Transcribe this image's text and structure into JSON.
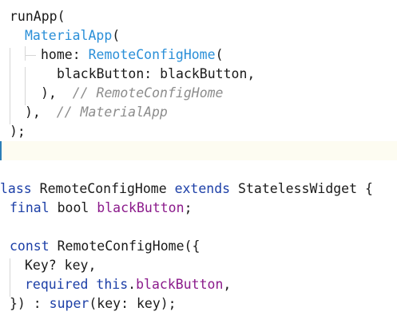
{
  "editor": {
    "language": "dart",
    "lines": [
      {
        "tokens": [
          {
            "text": "runApp(",
            "kind": "plain"
          }
        ]
      },
      {
        "tokens": [
          {
            "text": "MaterialApp",
            "kind": "class"
          },
          {
            "text": "(",
            "kind": "plain"
          }
        ]
      },
      {
        "tokens": [
          {
            "text": "home: ",
            "kind": "plain"
          },
          {
            "text": "RemoteConfigHome",
            "kind": "class"
          },
          {
            "text": "(",
            "kind": "plain"
          }
        ]
      },
      {
        "tokens": [
          {
            "text": "blackButton: blackButton,",
            "kind": "plain"
          }
        ]
      },
      {
        "tokens": [
          {
            "text": "),  ",
            "kind": "plain"
          },
          {
            "text": "// RemoteConfigHome",
            "kind": "comment"
          }
        ]
      },
      {
        "tokens": [
          {
            "text": "),  ",
            "kind": "plain"
          },
          {
            "text": "// MaterialApp",
            "kind": "comment"
          }
        ]
      },
      {
        "tokens": [
          {
            "text": ");",
            "kind": "plain"
          }
        ]
      },
      {
        "tokens": []
      },
      {
        "tokens": []
      },
      {
        "tokens": [
          {
            "text": "lass",
            "kind": "keyword"
          },
          {
            "text": " RemoteConfigHome ",
            "kind": "plain"
          },
          {
            "text": "extends",
            "kind": "keyword"
          },
          {
            "text": " StatelessWidget {",
            "kind": "plain"
          }
        ]
      },
      {
        "tokens": [
          {
            "text": "final",
            "kind": "keyword"
          },
          {
            "text": " bool ",
            "kind": "plain"
          },
          {
            "text": "blackButton",
            "kind": "field"
          },
          {
            "text": ";",
            "kind": "plain"
          }
        ]
      },
      {
        "tokens": []
      },
      {
        "tokens": [
          {
            "text": "const",
            "kind": "keyword"
          },
          {
            "text": " RemoteConfigHome({",
            "kind": "plain"
          }
        ]
      },
      {
        "tokens": [
          {
            "text": "Key? key,",
            "kind": "plain"
          }
        ]
      },
      {
        "tokens": [
          {
            "text": "required",
            "kind": "keyword"
          },
          {
            "text": " ",
            "kind": "plain"
          },
          {
            "text": "this",
            "kind": "keyword"
          },
          {
            "text": ".",
            "kind": "plain"
          },
          {
            "text": "blackButton",
            "kind": "field"
          },
          {
            "text": ",",
            "kind": "plain"
          }
        ]
      },
      {
        "tokens": [
          {
            "text": "}) : ",
            "kind": "plain"
          },
          {
            "text": "super",
            "kind": "keyword"
          },
          {
            "text": "(key: key);",
            "kind": "plain"
          }
        ]
      }
    ]
  },
  "colors": {
    "plain": "#1a1a1a",
    "class": "#2a8fd8",
    "keyword": "#1c3fa7",
    "field": "#8b1a8b",
    "comment": "#8c8c8c",
    "current_line_bg": "#fdfcf1",
    "caret": "#2c7fb8"
  }
}
